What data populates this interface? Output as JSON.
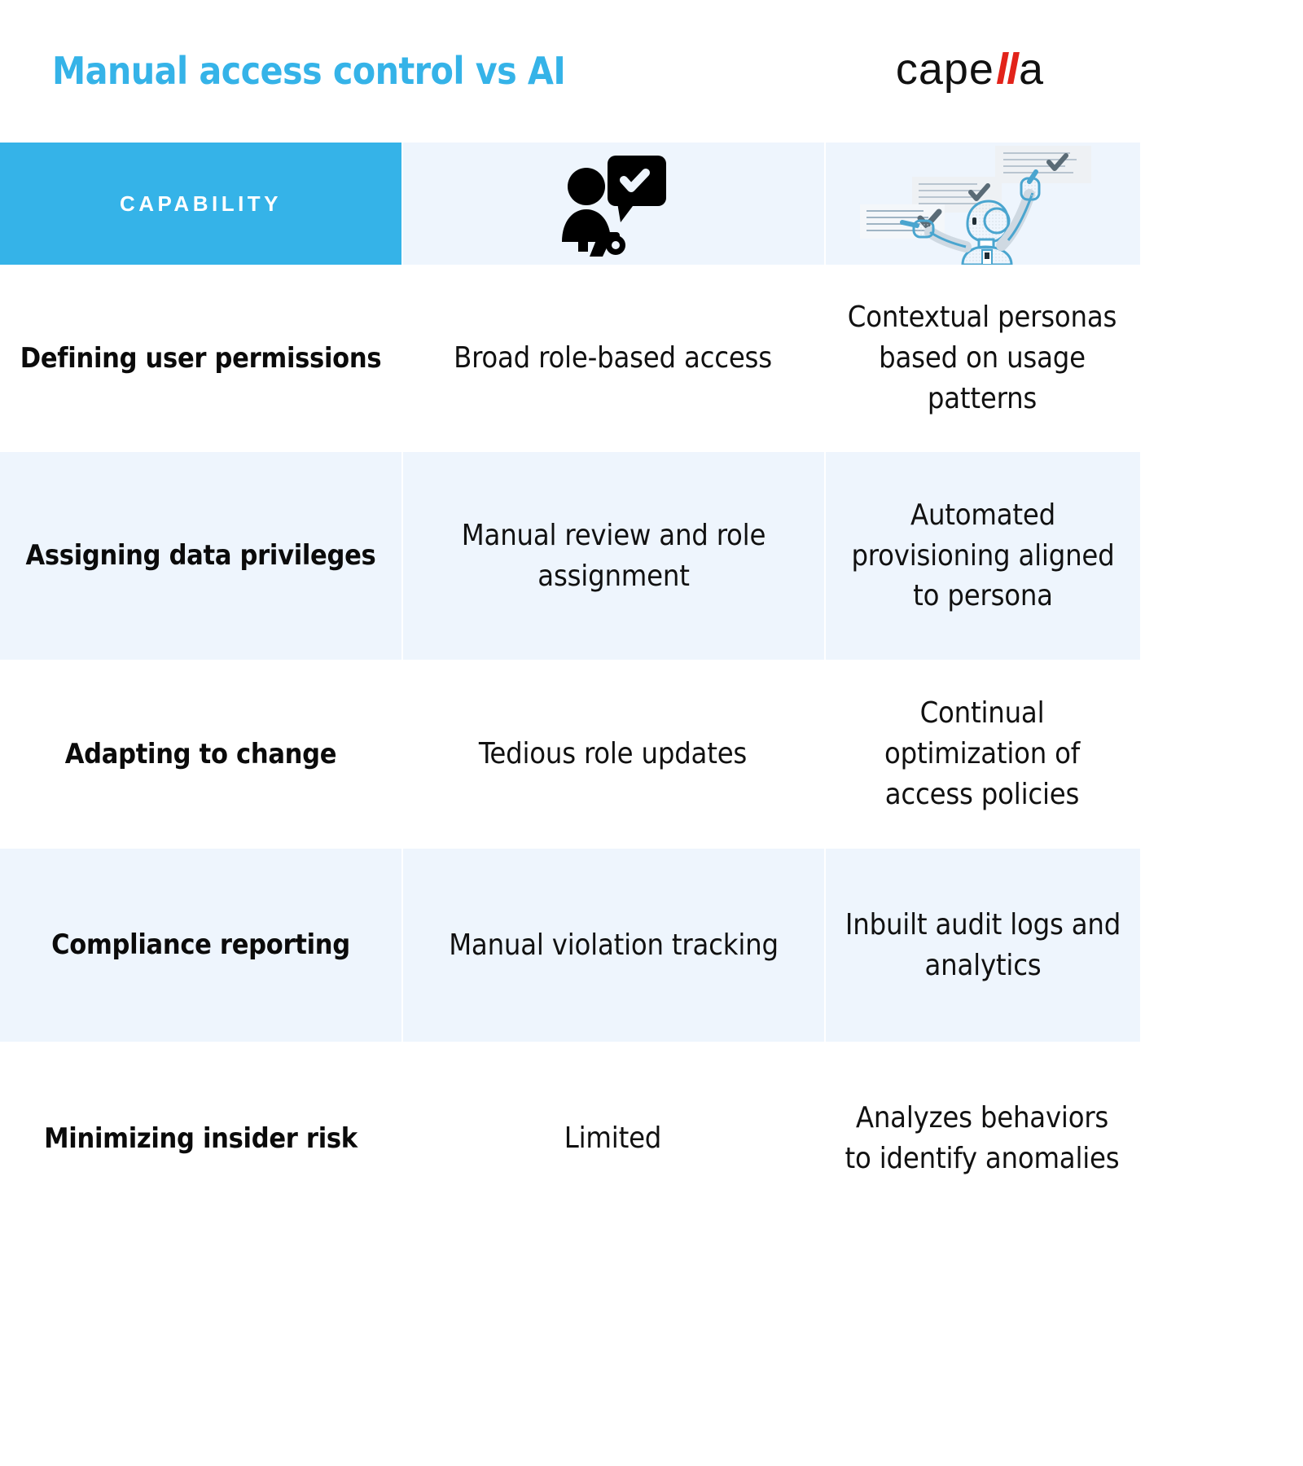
{
  "header": {
    "title": "Manual access control vs AI",
    "brand": {
      "part1": "cape",
      "accent": "ll",
      "part2": "a",
      "accent_color": "#E2231A"
    }
  },
  "colors": {
    "accent_blue": "#35B3E8",
    "row_tint": "#EEF5FD",
    "text": "#111111",
    "logo_red": "#E2231A"
  },
  "table": {
    "columns": [
      {
        "key": "capability",
        "label": "CAPABILITY",
        "icon": "none"
      },
      {
        "key": "manual",
        "label": "",
        "icon": "person-speech-check-icon"
      },
      {
        "key": "ai",
        "label": "",
        "icon": "robot-documents-icon"
      }
    ],
    "rows": [
      {
        "capability": "Defining user permissions",
        "manual": "Broad role-based access",
        "ai": "Contextual personas based on usage patterns",
        "tint": false
      },
      {
        "capability": "Assigning data privileges",
        "manual": "Manual review and role assignment",
        "ai": "Automated provisioning aligned to persona",
        "tint": true
      },
      {
        "capability": "Adapting to change",
        "manual": "Tedious role updates",
        "ai": "Continual optimization of access policies",
        "tint": false
      },
      {
        "capability": "Compliance reporting",
        "manual": "Manual violation tracking",
        "ai": "Inbuilt audit logs and analytics",
        "tint": true
      },
      {
        "capability": "Minimizing insider risk",
        "manual": "Limited",
        "ai": "Analyzes behaviors to identify anomalies",
        "tint": false
      }
    ]
  }
}
